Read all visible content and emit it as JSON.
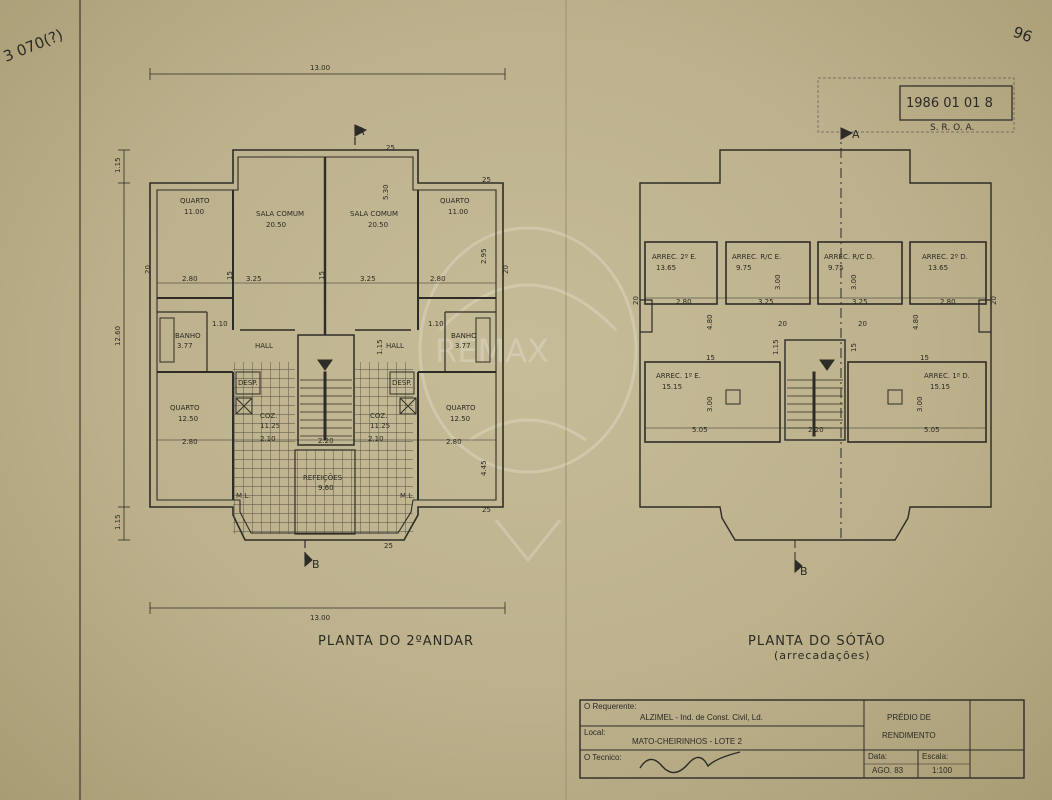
{
  "corner_note": "3 070(?)",
  "page_number": "96",
  "stamp": {
    "text": "1986 01 01 8",
    "sub": "S. R. O. A.",
    "label": "stamp"
  },
  "watermark": "REMAX",
  "plan_left": {
    "title": "PLANTA DO 2ºANDAR",
    "section_a": "A",
    "section_b": "B",
    "dims": {
      "top_total": "13.00",
      "bottom_total": "13.00",
      "height_total": "12.60",
      "left_top": "1.15",
      "left_bottom": "1.15",
      "r25a": "25",
      "r25b": "25",
      "r25c": "25",
      "r25d": "25",
      "d20a": "20",
      "d20b": "20",
      "d15a": "15",
      "d15b": "15",
      "d280a": "2.80",
      "d280b": "2.80",
      "d280c": "2.80",
      "d280d": "2.80",
      "d325a": "3.25",
      "d325b": "3.25",
      "d295": "2.95",
      "d445": "4.45",
      "d530": "5.30",
      "d115c": "1.15",
      "d110a": "1.10",
      "d110b": "1.10",
      "d220": "2.20",
      "d210a": "2.10",
      "d210b": "2.10"
    },
    "rooms": {
      "quarto_tl": "QUARTO",
      "quarto_tl_area": "11.00",
      "sala_l": "SALA COMUM",
      "sala_l_area": "20.50",
      "sala_r": "SALA COMUM",
      "sala_r_area": "20.50",
      "quarto_tr": "QUARTO",
      "quarto_tr_area": "11.00",
      "hall_l": "HALL",
      "hall_r": "HALL",
      "banho_l": "BANHO",
      "banho_l_area": "3.77",
      "banho_r": "BANHO",
      "banho_r_area": "3.77",
      "desp_l": "DESP.",
      "desp_r": "DESP.",
      "cozinha_l": "COZ.",
      "cozinha_l_area": "11.25",
      "cozinha_r": "COZ.",
      "cozinha_r_area": "11.25",
      "quarto_bl": "QUARTO",
      "quarto_bl_area": "12.50",
      "quarto_br": "QUARTO",
      "quarto_br_area": "12.50",
      "refeicoes": "REFEIÇÕES",
      "refeicoes_area": "9.60",
      "ml_l": "M.L.",
      "ml_r": "M.L."
    }
  },
  "plan_right": {
    "title": "PLANTA DO SÓTÃO",
    "subtitle": "(arrecadações)",
    "section_a": "A",
    "section_b": "B",
    "rooms": {
      "a1": "ARREC. 2º E.",
      "a1_area": "13.65",
      "a2": "ARREC. R/C E.",
      "a2_area": "9.75",
      "a3": "ARREC. R/C D.",
      "a3_area": "9.75",
      "a4": "ARREC. 2º D.",
      "a4_area": "13.65",
      "a5": "ARREC. 1º E.",
      "a5_area": "15.15",
      "a6": "ARREC. 1º D.",
      "a6_area": "15.15"
    },
    "dims": {
      "d280a": "2.80",
      "d280b": "2.80",
      "d325a": "3.25",
      "d325b": "3.25",
      "d20a": "20",
      "d20b": "20",
      "d20c": "20",
      "d20d": "20",
      "d300a": "3.00",
      "d300b": "3.00",
      "d300c": "3.00",
      "d300d": "3.00",
      "d480a": "4.80",
      "d480b": "4.80",
      "d15a": "15",
      "d15b": "15",
      "d115": "1.15",
      "d15c": "15",
      "d505a": "5.05",
      "d505b": "5.05",
      "d220": "2.20"
    }
  },
  "title_block": {
    "requerente_label": "O Requerente:",
    "requerente": "ALZIMEL - Ind. de Const. Civil, Ld.",
    "local_label": "Local:",
    "local": "MATO-CHEIRINHOS - LOTE 2",
    "tecnico_label": "O Tecnico:",
    "predio_1": "PRÉDIO DE",
    "predio_2": "RENDIMENTO",
    "data_label": "Data:",
    "data": "AGO. 83",
    "escala_label": "Escala:",
    "escala": "1:100"
  }
}
